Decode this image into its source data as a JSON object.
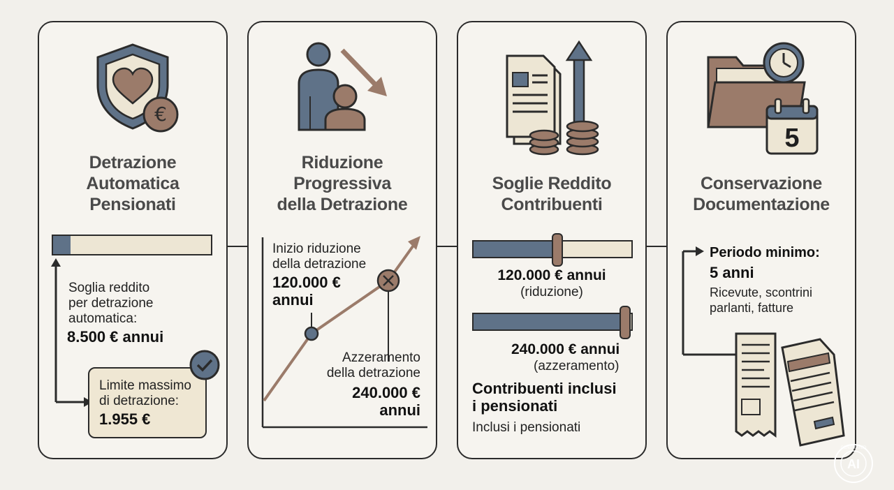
{
  "panels": [
    {
      "title": "Detrazione\nAutomatica\nPensionati",
      "threshold_label": "Soglia reddito\nper detrazione\nautomatica:",
      "threshold_value": "8.500 € annui",
      "limit_label": "Limite massimo\ndi detrazione:",
      "limit_value": "1.955 €",
      "icon": "shield-heart-euro-icon"
    },
    {
      "title": "Riduzione\nProgressiva\ndella Detrazione",
      "start_label": "Inizio riduzione\ndella detrazione",
      "start_value": "120.000 €\nannui",
      "end_label": "Azzeramento\ndella detrazione",
      "end_value": "240.000 €\nannui",
      "icon": "people-down-arrow-icon"
    },
    {
      "title": "Soglie Reddito\nContribuenti",
      "bar1_value": "120.000 € annui",
      "bar1_note": "(riduzione)",
      "bar2_value": "240.000 € annui",
      "bar2_note": "(azzeramento)",
      "included_heading": "Contribuenti inclusi\ni pensionati",
      "included_text": "Inclusi i pensionati",
      "icon": "documents-coins-up-arrow-icon"
    },
    {
      "title": "Conservazione\nDocumentazione",
      "period_label": "Periodo minimo:",
      "period_value": "5 anni",
      "docs_text": "Ricevute, scontrini\nparlanti, fatture",
      "calendar_number": "5",
      "icon": "folder-clock-calendar-icon"
    }
  ],
  "badge": {
    "text": "AI",
    "ring": "GENERATED"
  },
  "progress": {
    "threshold_bar_fraction": 0.11,
    "bar1_fraction": 0.52,
    "bar2_fraction": 0.96
  },
  "colors": {
    "blue": "#5f7288",
    "brown": "#9b7b6a",
    "cream": "#ede6d4",
    "dark": "#2b2b2b"
  }
}
